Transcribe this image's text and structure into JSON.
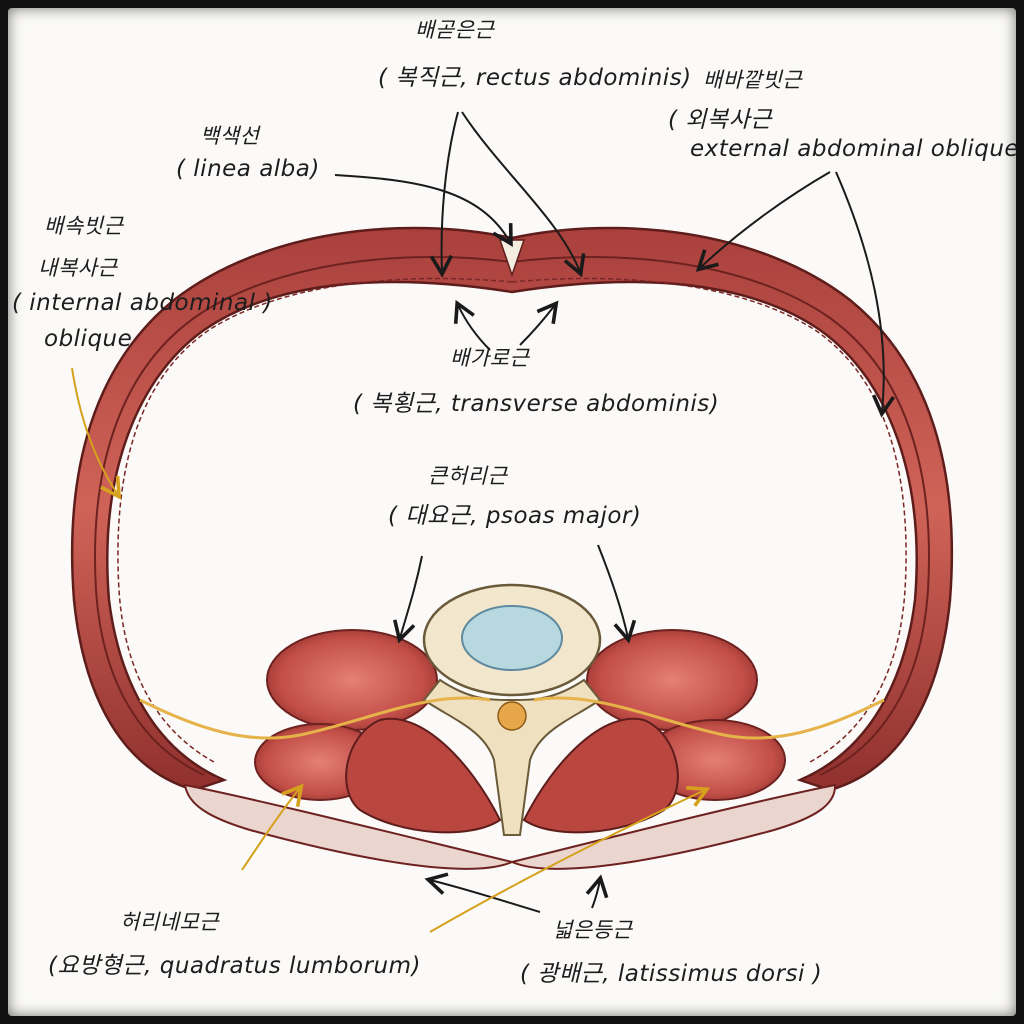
{
  "labels": {
    "rectus": {
      "ko": "배곧은근",
      "en": "( 복직근, rectus abdominis)"
    },
    "external_oblique": {
      "ko": "배바깥빗근",
      "en1": "( 외복사근",
      "en2": "external abdominal oblique)"
    },
    "linea_alba": {
      "ko": "백색선",
      "en": "( linea alba)"
    },
    "internal_oblique": {
      "ko1": "배속빗근",
      "ko2": "내복사근",
      "en1": "( internal abdominal )",
      "en2": "oblique"
    },
    "transverse": {
      "ko": "배가로근",
      "en": "( 복횡근, transverse abdominis)"
    },
    "psoas": {
      "ko": "큰허리근",
      "en": "( 대요근, psoas major)"
    },
    "quadratus": {
      "ko": "허리네모근",
      "en": "(요방형근, quadratus lumborum)"
    },
    "latissimus": {
      "ko": "넓은등근",
      "en": "( 광배근, latissimus dorsi )"
    }
  },
  "colors": {
    "muscle": "#c0504a",
    "muscle_dark": "#8a2a28",
    "muscle_light": "#e58a80",
    "bone": "#efe0bf",
    "disc": "#b8d8e0",
    "nerve": "#e6b34a",
    "arrow_black": "#1a1a1a",
    "arrow_yellow": "#d6a21e"
  }
}
